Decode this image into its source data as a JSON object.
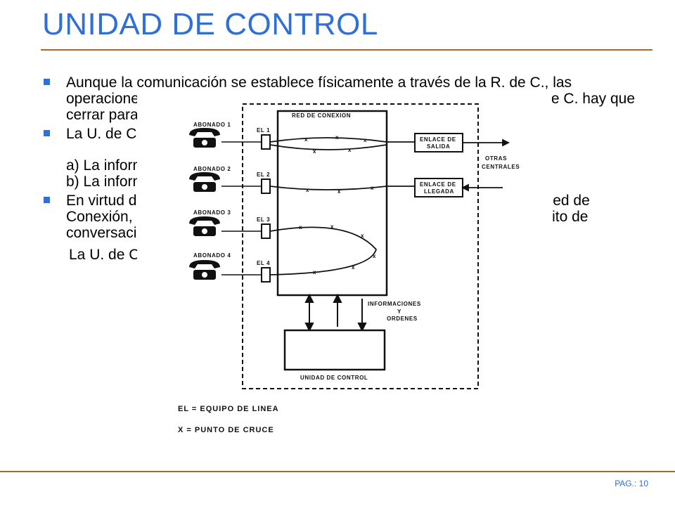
{
  "slide": {
    "title": "UNIDAD DE CONTROL",
    "page_number": "PAG.: 10"
  },
  "text": {
    "bullet1": "Aunque la comunicación se establece físicamente a través de la R. de C., las operaciones necesarias para establecer y determinar que punto de la R. de C. hay que cerrar para cada llamada, las realiza la U. de C.",
    "bullet2": "La U. de C. efectúa las operaciones de conexión de acuerdo a:",
    "sub_a": "a) La información recibida desde el abonado: cifras marcadas.",
    "sub_b": "b) La información sobre el estado de libre u ocupación de líneas.",
    "bullet3": "En virtud de estas informaciones, envía órdenes hacia los órganos de la Red de Conexión, estableciendo puntos de cruce para el establecimiento del circuito de conversación.",
    "last_line": "La U. de C. ..."
  },
  "diagram": {
    "network_label": "RED DE CONEXION",
    "subscribers": [
      "ABONADO 1",
      "ABONADO 2",
      "ABONADO 3",
      "ABONADO 4"
    ],
    "line_equipment": [
      "EL 1",
      "EL 2",
      "EL 3",
      "EL 4"
    ],
    "outgoing_trunk": [
      "ENLACE DE",
      "SALIDA"
    ],
    "incoming_trunk": [
      "ENLACE DE",
      "LLEGADA"
    ],
    "other_exchanges": [
      "OTRAS",
      "CENTRALES"
    ],
    "info_orders": [
      "INFORMACIONES",
      "Y",
      "ORDENES"
    ],
    "control_unit_label": "UNIDAD DE CONTROL",
    "legend": [
      "EL = EQUIPO DE LINEA",
      "X = PUNTO DE CRUCE"
    ]
  }
}
